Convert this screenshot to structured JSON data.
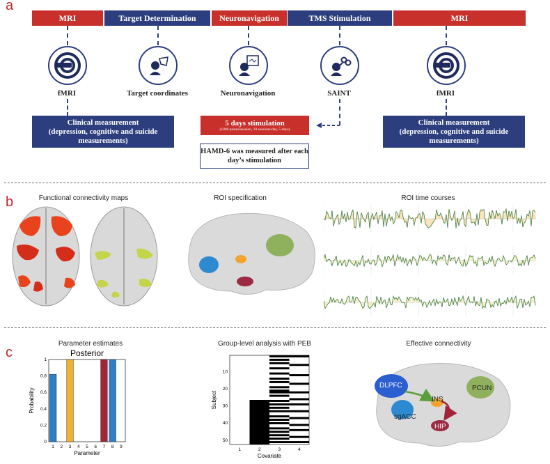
{
  "panels": {
    "a": "a",
    "b": "b",
    "c": "c"
  },
  "timeline": [
    {
      "label": "MRI",
      "color": "#c8312b"
    },
    {
      "label": "Target Determination",
      "color": "#2d3e7e"
    },
    {
      "label": "Neuronavigation",
      "color": "#c8312b"
    },
    {
      "label": "TMS Stimulation",
      "color": "#2d3e7e"
    },
    {
      "label": "MRI",
      "color": "#c8312b"
    }
  ],
  "steps": [
    {
      "label": "fMRI",
      "icon": "mri-scanner-icon"
    },
    {
      "label": "Target coordinates",
      "icon": "target-coordinates-icon"
    },
    {
      "label": "Neuronavigation",
      "icon": "neuronavigation-icon"
    },
    {
      "label": "SAINT",
      "icon": "tms-coil-icon"
    },
    {
      "label": "fMRI",
      "icon": "mri-scanner-icon"
    }
  ],
  "boxes": {
    "clinical_pre": {
      "line1": "Clinical measurement",
      "line2": "(depression, cognitive and suicide",
      "line3": "measurements)"
    },
    "stimulation": {
      "title": "5 days stimulation",
      "detail": "(1800 pulses/session, 10 sessions/day, 5 days)"
    },
    "hamd": {
      "line1": "HAMD-6 was measured after each",
      "line2": "day’s stimulation"
    },
    "clinical_post": {
      "line1": "Clinical measurement",
      "line2": "(depression, cognitive and suicide",
      "line3": "measurements)"
    }
  },
  "section_b": {
    "fc_title": "Functional connectivity maps",
    "roi_title": "ROI specification",
    "tc_title": "ROI time courses"
  },
  "section_c": {
    "param_title": "Parameter estimates",
    "peb_title": "Group-level analysis with PEB",
    "ec_title": "Effective connectivity",
    "ec_labels": {
      "dlpfc": "DLPFC",
      "pcun": "PCUN",
      "ins": "INS",
      "sgacc": "sgACC",
      "hip": "HIP"
    }
  },
  "chart_data": [
    {
      "type": "bar",
      "title": "Posterior",
      "xlabel": "Parameter",
      "ylabel": "Probability",
      "categories": [
        "1",
        "2",
        "3",
        "4",
        "5",
        "6",
        "7",
        "8",
        "9"
      ],
      "values": [
        0.82,
        0,
        1,
        0,
        0,
        0,
        1,
        1,
        0
      ],
      "bar_colors": [
        "#2e7fc4",
        "#2e7fc4",
        "#f0b030",
        "#2e7fc4",
        "#2e7fc4",
        "#2e7fc4",
        "#a0253a",
        "#2e7fc4",
        "#2e7fc4"
      ],
      "ylim": [
        0,
        1
      ],
      "yticks": [
        "0",
        "0.2",
        "0.4",
        "0.6",
        "0.8",
        "1"
      ]
    },
    {
      "type": "heatmap",
      "xlabel": "Covariate",
      "ylabel": "Subject",
      "xticks": [
        "1",
        "2",
        "3",
        "4"
      ],
      "yticks": [
        "10",
        "20",
        "30",
        "40",
        "50"
      ],
      "n_subjects": 52,
      "covariate_1": "all 1",
      "covariate_2_ones_from_subject": 27,
      "covariate_3_ones": [
        1,
        3,
        5,
        8,
        11,
        14,
        16,
        19,
        21,
        22,
        24,
        27,
        29,
        31,
        33,
        36,
        38,
        40,
        43,
        45,
        47,
        49,
        51
      ],
      "covariate_4_ones": [
        1,
        6,
        12,
        17,
        22,
        26,
        29,
        33,
        37,
        41,
        44,
        48,
        51
      ]
    }
  ]
}
